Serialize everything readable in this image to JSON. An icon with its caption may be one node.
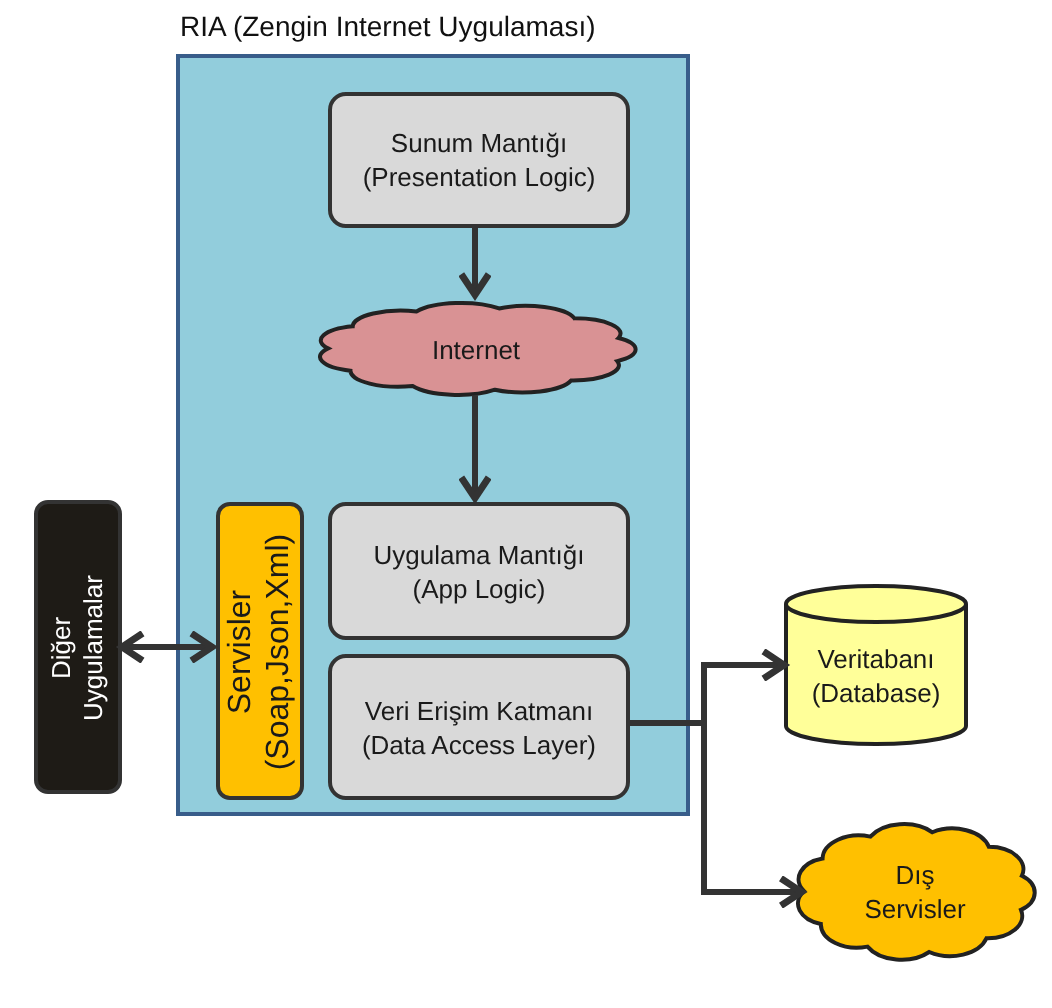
{
  "diagram": {
    "nodes": [
      {
        "text": [
          "RIA (Zengin Internet Uygulaması)"
        ]
      },
      {
        "text": [
          "Sunum Mantığı (Presentation Logic)"
        ],
        "in": 0
      },
      {
        "text": [
          "Internet"
        ],
        "in": 0
      },
      {
        "text": [
          "Servisler (Soap,Json,Xml)"
        ],
        "in": 0
      },
      {
        "text": [
          "Uygulama Mantığı (App Logic)"
        ],
        "in": 0
      },
      {
        "text": [
          "Veri Erişim Katmanı (Data Access Layer)"
        ],
        "in": 0
      },
      {
        "text": [
          "Diğer Uygulamalar"
        ]
      },
      {
        "text": [
          "Veritabanı (Database)"
        ]
      },
      {
        "text": [
          "Dış Servisler"
        ]
      }
    ],
    "edges": [
      {
        "from": 1,
        "to": 2,
        "arrow": "to"
      },
      {
        "from": 2,
        "to": 4,
        "arrow": "to"
      },
      {
        "from": 6,
        "to": 3,
        "arrow": "both"
      },
      {
        "from": 5,
        "to": 7,
        "arrow": "to"
      },
      {
        "from": 5,
        "to": 8,
        "arrow": "to"
      }
    ]
  }
}
